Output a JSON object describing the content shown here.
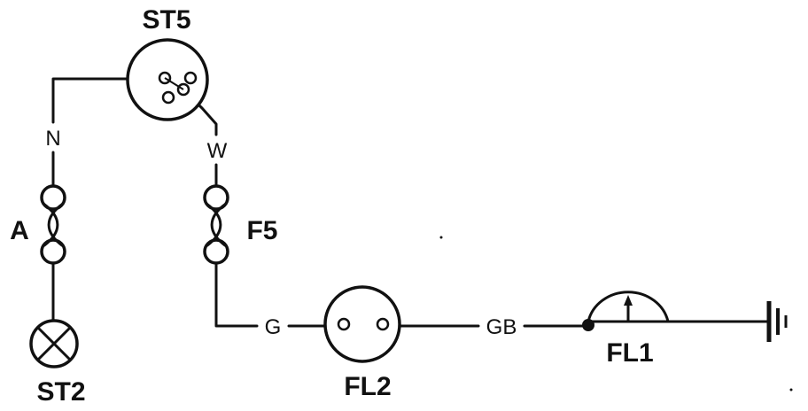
{
  "components": {
    "st5": "ST5",
    "st2": "ST2",
    "fuse_a": "A",
    "fuse_f5": "F5",
    "fl2": "FL2",
    "fl1": "FL1"
  },
  "wires": {
    "n": "N",
    "w": "W",
    "g": "G",
    "gb": "GB"
  }
}
